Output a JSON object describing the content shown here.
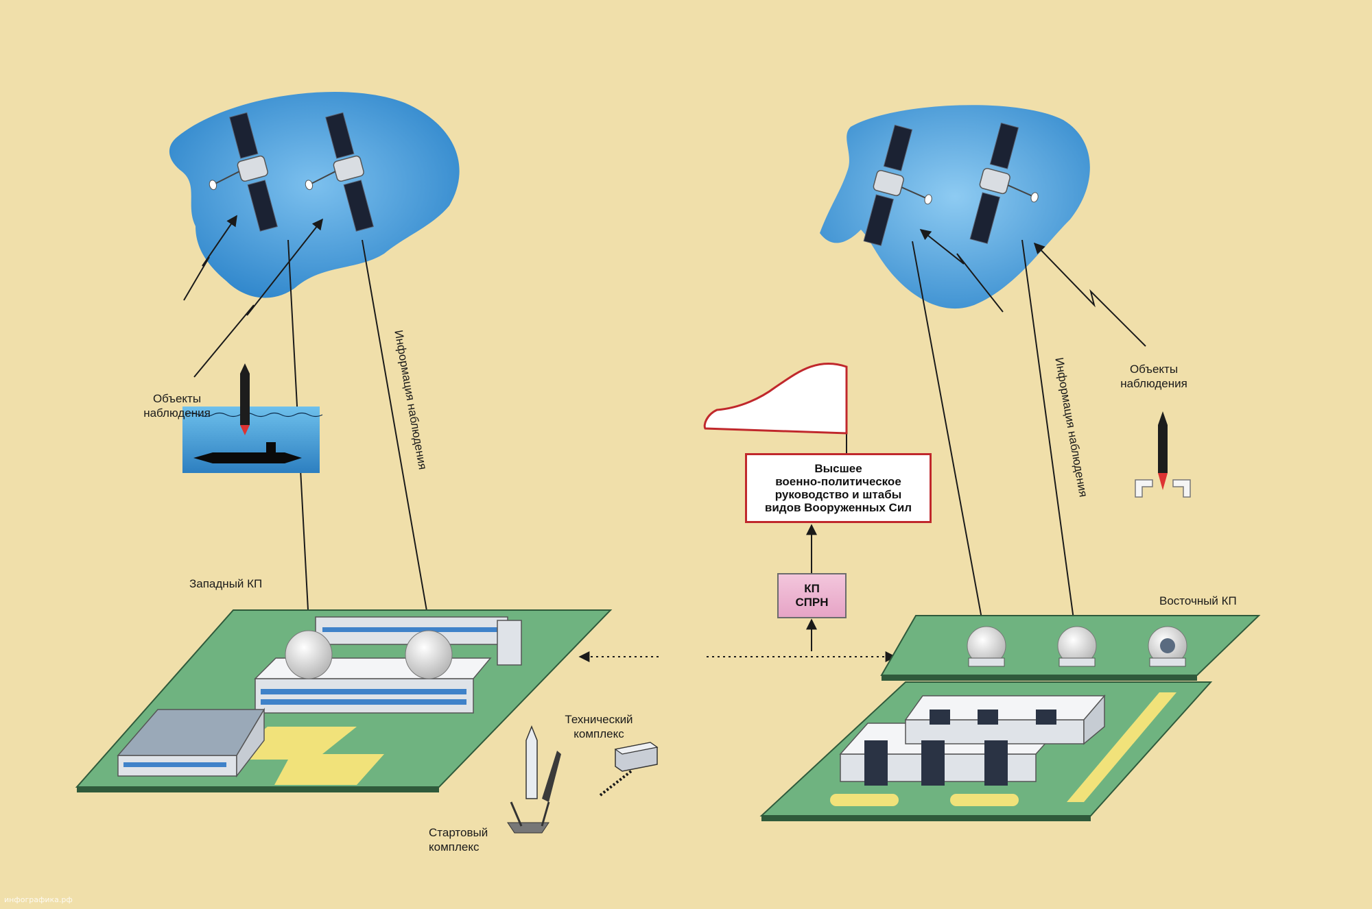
{
  "labels": {
    "objects_left": "Объекты\nнаблюдения",
    "objects_right": "Объекты\nнаблюдения",
    "info_left": "Информация наблюдения",
    "info_right": "Информация наблюдения",
    "west_kp": "Западный КП",
    "east_kp": "Восточный КП",
    "tech_complex": "Технический\nкомплекс",
    "launch_complex": "Стартовый\nкомплекс",
    "command": "Высшее\nвоенно-политическое\nруководство и штабы\nвидов Вооруженных Сил",
    "kp_sprn_line1": "КП",
    "kp_sprn_line2": "СПРН"
  },
  "watermark": "инфографика.рф",
  "colors": {
    "background": "#f0dfaa",
    "sky": "#4a9fd8",
    "ground": "#6fb380",
    "flag_border": "#c0282c",
    "kp_box": "#e6a4c6"
  }
}
